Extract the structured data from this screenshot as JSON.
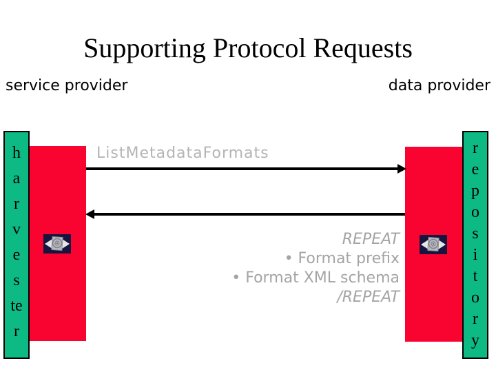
{
  "slide": {
    "title": "Supporting Protocol Requests",
    "left_role_label": "service provider",
    "right_role_label": "data provider"
  },
  "diagram": {
    "request_arrow_label": "ListMetadataFormats",
    "response_lines": [
      {
        "text": "REPEAT",
        "style": "italic"
      },
      {
        "text": "• Format prefix",
        "style": "normal"
      },
      {
        "text": "• Format XML schema",
        "style": "normal"
      },
      {
        "text": "/REPEAT",
        "style": "italic"
      }
    ],
    "harvester": {
      "word": "harvester",
      "letters": [
        "h",
        "a",
        "r",
        "v",
        "e",
        "s",
        "te",
        "r"
      ]
    },
    "repository": {
      "word": "repository",
      "letters": [
        "r",
        "e",
        "p",
        "o",
        "s",
        "i",
        "t",
        "o",
        "r",
        "y"
      ]
    },
    "icons": [
      "oai-eye-icon"
    ],
    "colors": {
      "bar_green": "#0dba84",
      "box_red": "#f90330",
      "arrow_black": "#000000",
      "request_label_gray": "#b4b4b4",
      "response_text_gray": "#a4a4a4",
      "icon_navy": "#15153f"
    }
  }
}
